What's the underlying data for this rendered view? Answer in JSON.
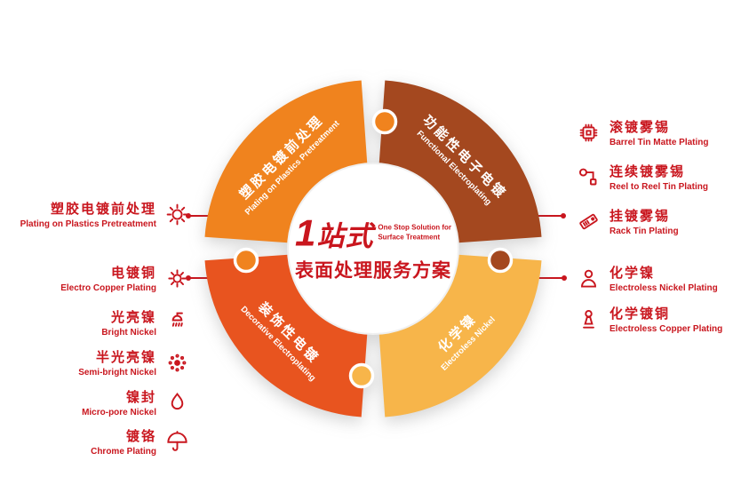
{
  "accent_color": "#C9161E",
  "center": {
    "headline_num": "1",
    "headline_zh": "站式",
    "subtitle_line1": "One Stop Solution for",
    "subtitle_line2": "Surface Treatment",
    "headline2_zh": "表面处理服务方案"
  },
  "quadrants": [
    {
      "zh": "塑胶电镀前处理",
      "en": "Plating on Plastics Pretreatment",
      "color": "#F0831E",
      "position": "top-left"
    },
    {
      "zh": "功能性电子电镀",
      "en": "Functional Electroplating",
      "color": "#A4481F",
      "position": "top-right"
    },
    {
      "zh": "装饰性电镀",
      "en": "Decorative Electroplating",
      "color": "#E8541F",
      "position": "bottom-left"
    },
    {
      "zh": "化学镍",
      "en": "Electroless Nickel",
      "color": "#F7B54A",
      "position": "bottom-right"
    }
  ],
  "left_items": [
    {
      "zh": "塑胶电镀前处理",
      "en": "Plating on Plastics Pretreatment",
      "icon": "gear-icon"
    },
    {
      "zh": "电镀铜",
      "en": "Electro Copper Plating",
      "icon": "sun-disc-icon"
    },
    {
      "zh": "光亮镍",
      "en": "Bright Nickel",
      "icon": "shower-icon"
    },
    {
      "zh": "半光亮镍",
      "en": "Semi-bright Nickel",
      "icon": "dotted-disc-icon"
    },
    {
      "zh": "镍封",
      "en": "Micro-pore Nickel",
      "icon": "droplet-icon"
    },
    {
      "zh": "镀铬",
      "en": "Chrome Plating",
      "icon": "umbrella-icon"
    }
  ],
  "right_items": [
    {
      "zh": "滚镀雾锡",
      "en": "Barrel Tin Matte Plating",
      "icon": "chip-icon"
    },
    {
      "zh": "连续镀雾锡",
      "en": "Reel to Reel Tin Plating",
      "icon": "reel-icon"
    },
    {
      "zh": "挂镀雾锡",
      "en": "Rack Tin Plating",
      "icon": "tag-icon"
    },
    {
      "zh": "化学镍",
      "en": "Electroless Nickel Plating",
      "icon": "person-icon"
    },
    {
      "zh": "化学镀铜",
      "en": "Electroless Copper Plating",
      "icon": "person-stand-icon"
    }
  ]
}
